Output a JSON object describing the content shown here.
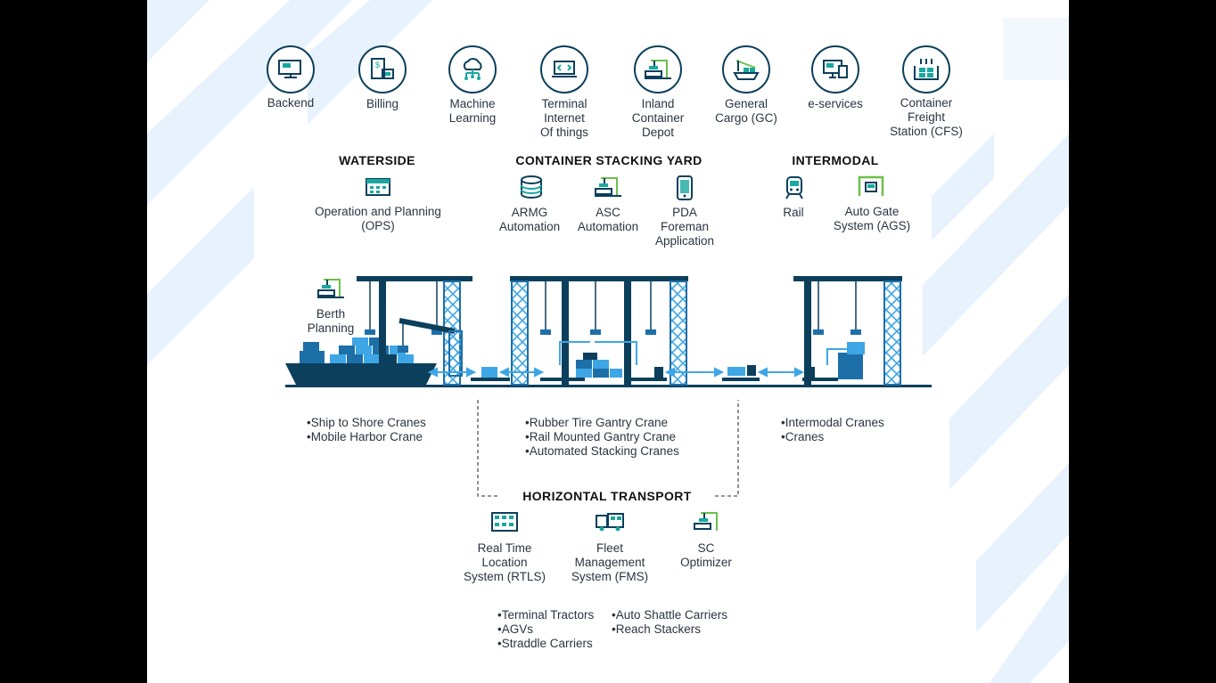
{
  "services": [
    {
      "label": "Backend",
      "icon": "backend-monitor-icon"
    },
    {
      "label": "Billing",
      "icon": "billing-invoice-icon"
    },
    {
      "label": "Machine\nLearning",
      "icon": "cloud-network-icon"
    },
    {
      "label": "Terminal\nInternet\nOf things",
      "icon": "laptop-code-icon"
    },
    {
      "label": "Inland\nContainer\nDepot",
      "icon": "crane-depot-icon"
    },
    {
      "label": "General\nCargo (GC)",
      "icon": "cargo-ship-icon"
    },
    {
      "label": "e-services",
      "icon": "monitor-services-icon"
    },
    {
      "label": "Container\nFreight\nStation (CFS)",
      "icon": "freight-boxes-icon"
    }
  ],
  "sections": {
    "waterside": {
      "heading": "WATERSIDE",
      "items": [
        {
          "label": "Operation and Planning\n(OPS)",
          "icon": "calendar-icon"
        }
      ]
    },
    "yard": {
      "heading": "CONTAINER STACKING YARD",
      "items": [
        {
          "label": "ARMG\nAutomation",
          "icon": "database-icon"
        },
        {
          "label": "ASC\nAutomation",
          "icon": "crane-icon"
        },
        {
          "label": "PDA\nForeman\nApplication",
          "icon": "phone-icon"
        }
      ]
    },
    "intermodal": {
      "heading": "INTERMODAL",
      "items": [
        {
          "label": "Rail",
          "icon": "train-icon"
        },
        {
          "label": "Auto Gate\nSystem (AGS)",
          "icon": "gate-truck-icon"
        }
      ]
    },
    "horizontal": {
      "heading": "HORIZONTAL TRANSPORT",
      "items": [
        {
          "label": "Real Time\nLocation\nSystem (RTLS)",
          "icon": "building-icon"
        },
        {
          "label": "Fleet\nManagement\nSystem (FMS)",
          "icon": "truck-icon"
        },
        {
          "label": "SC\nOptimizer",
          "icon": "crane-icon"
        }
      ]
    }
  },
  "berth_planning": "Berth\nPlanning",
  "waterside_cranes": [
    "Ship to Shore Cranes",
    "Mobile Harbor Crane"
  ],
  "yard_cranes": [
    "Rubber Tire Gantry Crane",
    "Rail Mounted Gantry Crane",
    "Automated Stacking Cranes"
  ],
  "intermodal_cranes": [
    "Intermodal Cranes",
    "Cranes"
  ],
  "transport_col1": [
    "Terminal Tractors",
    "AGVs",
    "Straddle Carriers"
  ],
  "transport_col2": [
    "Auto Shattle Carriers",
    "Reach Stackers"
  ],
  "colors": {
    "navy": "#0b3f5c",
    "steel": "#1d6fa8",
    "blue": "#3ea6e5",
    "teal": "#19a7a0",
    "green": "#6cc04a",
    "pale": "#e5f1fb"
  }
}
